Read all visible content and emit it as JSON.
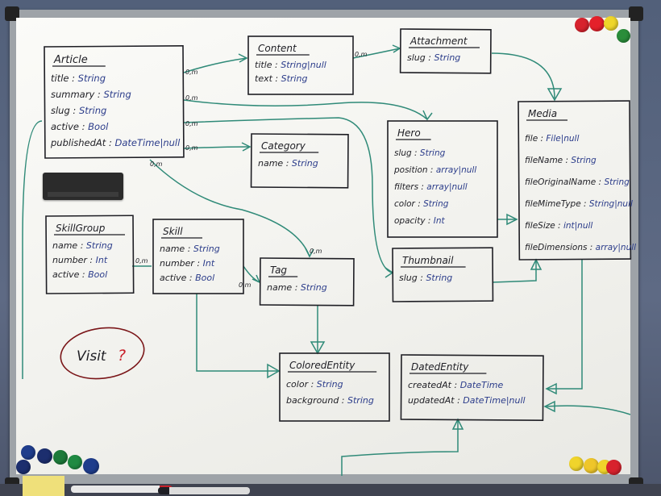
{
  "entities": [
    {
      "id": "article",
      "title": "Article",
      "fields": [
        "title : String",
        "summary : String",
        "slug : String",
        "active : Bool",
        "publishedAt : DateTime|null"
      ]
    },
    {
      "id": "content",
      "title": "Content",
      "fields": [
        "title : String|null",
        "text : String"
      ]
    },
    {
      "id": "attachment",
      "title": "Attachment",
      "fields": [
        "slug : String"
      ]
    },
    {
      "id": "media",
      "title": "Media",
      "fields": [
        "file : File|null",
        "fileName : String",
        "fileOriginalName : String",
        "fileMimeType : String|null",
        "fileSize : int|null",
        "fileDimensions : array|null"
      ]
    },
    {
      "id": "hero",
      "title": "Hero",
      "fields": [
        "slug : String",
        "position : array|null",
        "filters : array|null",
        "color : String",
        "opacity : Int"
      ]
    },
    {
      "id": "category",
      "title": "Category",
      "fields": [
        "name : String"
      ]
    },
    {
      "id": "skillgroup",
      "title": "SkillGroup",
      "fields": [
        "name : String",
        "number : Int",
        "active : Bool"
      ]
    },
    {
      "id": "skill",
      "title": "Skill",
      "fields": [
        "name : String",
        "number : Int",
        "active : Bool"
      ]
    },
    {
      "id": "tag",
      "title": "Tag",
      "fields": [
        "name : String"
      ]
    },
    {
      "id": "thumbnail",
      "title": "Thumbnail",
      "fields": [
        "slug : String"
      ]
    },
    {
      "id": "coloredentity",
      "title": "ColoredEntity",
      "fields": [
        "color : String",
        "background : String"
      ]
    },
    {
      "id": "datedentity",
      "title": "DatedEntity",
      "fields": [
        "createdAt : DateTime",
        "updatedAt : DateTime|null"
      ]
    }
  ],
  "multiplicity": "0,m",
  "visit_note": "Visit",
  "visit_mark": "?",
  "colors": {
    "marker_black": "#1e1e24",
    "marker_blue": "#2b3c8a",
    "marker_green": "#2f8a78",
    "marker_red": "#c8202a"
  }
}
